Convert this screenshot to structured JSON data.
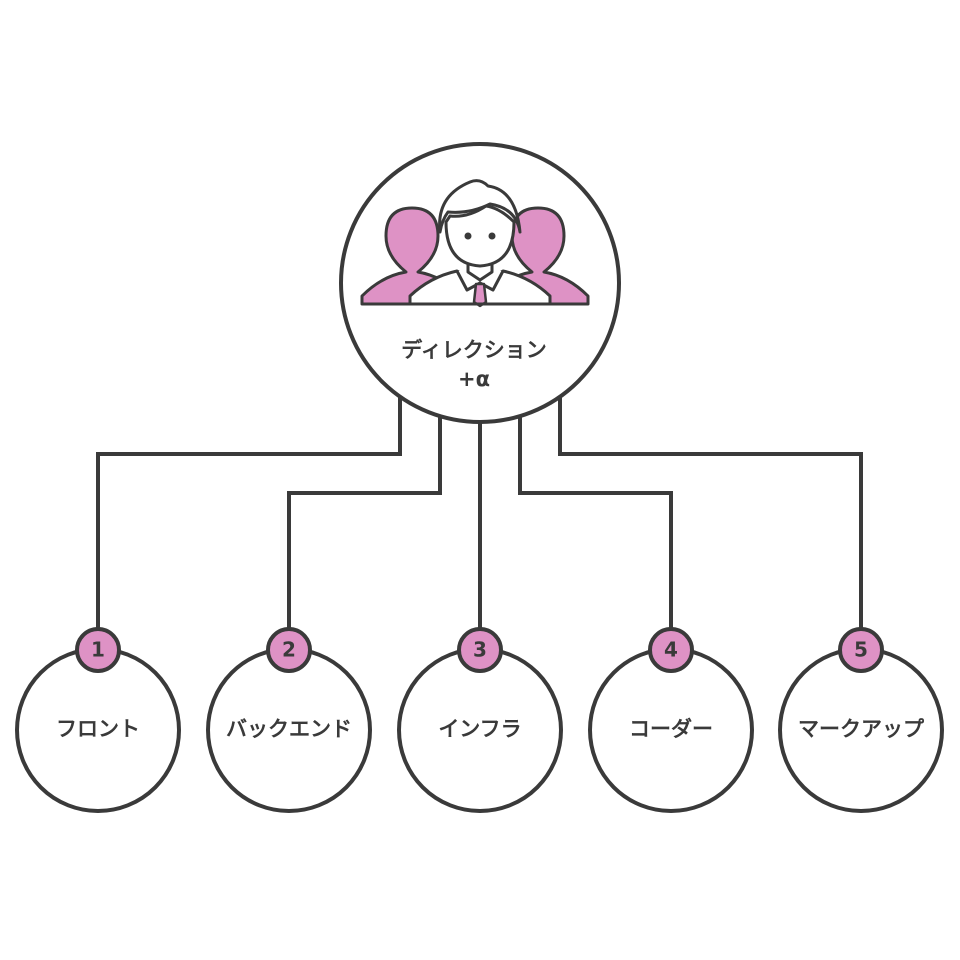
{
  "colors": {
    "line": "#3a3a3a",
    "accent": "#de92c5",
    "background": "#ffffff"
  },
  "root": {
    "icon": "team-icon",
    "label_line1": "ディレクション",
    "label_line2": "+α"
  },
  "children": [
    {
      "number": "1",
      "label": "フロント"
    },
    {
      "number": "2",
      "label": "バックエンド"
    },
    {
      "number": "3",
      "label": "インフラ"
    },
    {
      "number": "4",
      "label": "コーダー"
    },
    {
      "number": "5",
      "label": "マークアップ"
    }
  ]
}
